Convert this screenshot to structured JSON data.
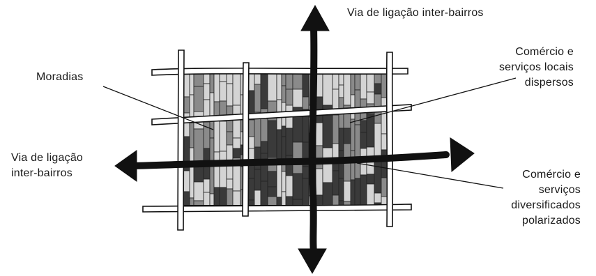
{
  "diagram": {
    "labels": {
      "top_road": "Via de ligação inter-bairros",
      "left_road_line1": "Via de ligação",
      "left_road_line2": "inter-bairros",
      "housing": "Moradias",
      "local_commerce_line1": "Comércio e",
      "local_commerce_line2": "serviços locais",
      "local_commerce_line3": "dispersos",
      "diversified_commerce_line1": "Comércio e",
      "diversified_commerce_line2": "serviços",
      "diversified_commerce_line3": "diversificados",
      "diversified_commerce_line4": "polarizados"
    },
    "colors": {
      "ink": "#111111",
      "dark_building": "#3a3a3a",
      "mid_building": "#8a8a8a",
      "light_building": "#d4d4d4",
      "street": "#ffffff"
    }
  }
}
